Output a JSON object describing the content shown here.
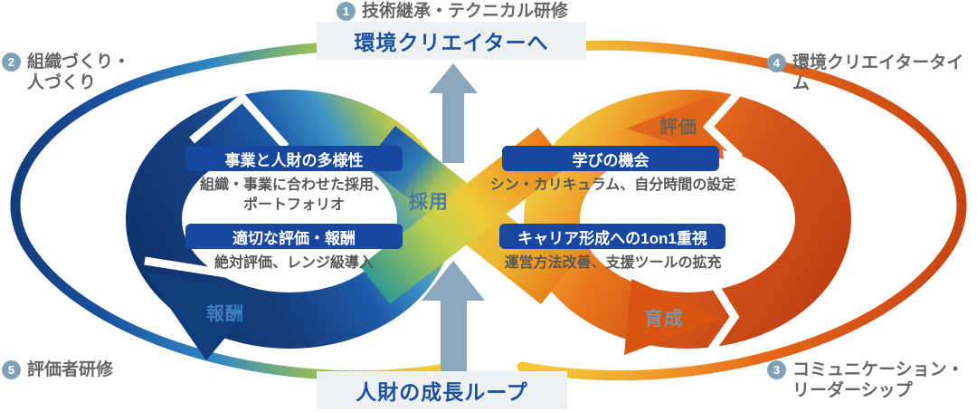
{
  "notes": {
    "n1": {
      "num": "1",
      "text": "技術継承・テクニカル研修"
    },
    "n2": {
      "num": "2",
      "text": "組織づくり・\n人づくり"
    },
    "n3": {
      "num": "3",
      "text": "コミュニケーション・\nリーダーシップ"
    },
    "n4": {
      "num": "4",
      "text": "環境クリエイタータイム"
    },
    "n5": {
      "num": "5",
      "text": "評価者研修"
    }
  },
  "center_boxes": {
    "top": "環境クリエイターへ",
    "bottom": "人財の成長ループ"
  },
  "cards": {
    "diversity": {
      "title": "事業と人財の多様性",
      "desc": "組織・事業に合わせた採用、\nポートフォリオ"
    },
    "evaluation_reward": {
      "title": "適切な評価・報酬",
      "desc": "絶対評価、レンジ級導入"
    },
    "learning": {
      "title": "学びの機会",
      "desc": "シン・カリキュラム、自分時間の設定"
    },
    "career_1on1": {
      "title": "キャリア形成への1on1重視",
      "desc": "運営方法改善、支援ツールの拡充"
    }
  },
  "cycle_labels": {
    "recruit": "採用",
    "evaluate": "評価",
    "reward": "報酬",
    "develop": "育成"
  },
  "colors": {
    "loop_left_dark": "#10336C",
    "loop_left_blue": "#1C5AA8",
    "loop_right_orange": "#E4671A",
    "loop_right_dark": "#BF4010",
    "crossing_yellow": "#EFCA3C",
    "card_blue": "#17479E",
    "center_box_bg": "#EDF1F4",
    "center_box_text": "#1D509E",
    "note_text": "#666666",
    "desc_text": "#575757",
    "number_badge": "#7FA2B8",
    "center_arrow": "#8CA6BC"
  }
}
